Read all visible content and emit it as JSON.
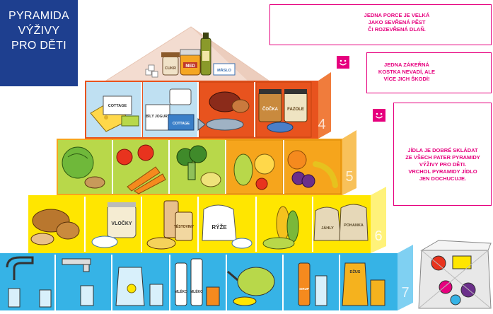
{
  "title": {
    "lines": [
      "PYRAMIDA",
      "VÝŽIVY",
      "PRO DĚTI"
    ]
  },
  "callouts": [
    {
      "lines": [
        "JEDNA PORCE JE VELKÁ",
        "JAKO SEVŘENÁ PĚST",
        "ČI ROZEVŘENÁ DLAŇ."
      ]
    },
    {
      "lines": [
        "JEDNA ZÁKEŘNÁ",
        "KOSTKA NEVADÍ, ALE",
        "VÍCE JICH ŠKODÍ!"
      ]
    },
    {
      "lines": [
        "JÍDLA JE DOBRÉ SKLÁDAT",
        "ZE VŠECH PATER PYRAMIDY",
        "VÝŽIVY PRO DĚTI.",
        "VRCHOL PYRAMIDY JÍDLO",
        "JEN DOCHUCUJE."
      ]
    }
  ],
  "tiers": [
    {
      "number": "",
      "labels": [
        "CUKR",
        "MED",
        "MÁSLO"
      ]
    },
    {
      "number": "4",
      "labels": [
        "COTTAGE",
        "BÍLÝ JOGURT",
        "COTTAGE",
        "ČOČKA",
        "FAZOLE"
      ]
    },
    {
      "number": "5",
      "labels": []
    },
    {
      "number": "6",
      "labels": [
        "VLOČKY",
        "TĚSTOVINY",
        "RÝŽE",
        "JÁHLY",
        "POHANKA"
      ]
    },
    {
      "number": "7",
      "labels": [
        "MLÉKO",
        "MLÉKO",
        "SIRUP",
        "DŽUS"
      ]
    }
  ],
  "colors": {
    "navy": "#1e3f8f",
    "magenta": "#e6007e",
    "tier_top": "#f3dcd0",
    "tier4": "#e8531e",
    "tier4_light": "#bfe0f2",
    "tier5": "#f6a51c",
    "tier5_green": "#b8d84a",
    "tier6": "#ffe600",
    "tier7": "#36b3e6"
  },
  "icons": {
    "smiley": "smiley-face-icon",
    "fist": "fist-icon",
    "apple": "apple-icon",
    "glass": "water-glass-icon",
    "bread": "bread-icon",
    "chocolate": "chocolate-hand-icon",
    "plate": "meal-plate-icon",
    "junkfood": "junk-food-box-icon"
  }
}
